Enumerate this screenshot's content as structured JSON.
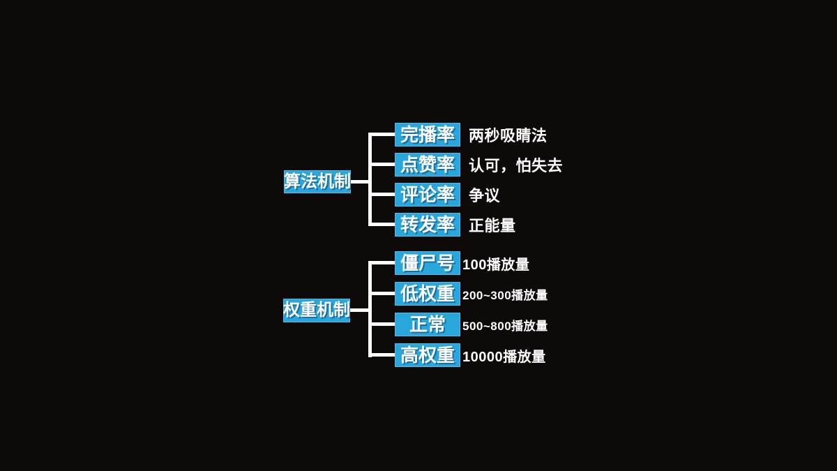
{
  "slide": {
    "background_color": "#0f0a0a",
    "accent_color": "#29a7dc",
    "line_color": "#ffffff",
    "text_color": "#ffffff",
    "sections": [
      {
        "root": "算法机制",
        "children": [
          {
            "label": "完播率",
            "note": "两秒吸睛法"
          },
          {
            "label": "点赞率",
            "note": "认可，怕失去"
          },
          {
            "label": "评论率",
            "note": "争议"
          },
          {
            "label": "转发率",
            "note": "正能量"
          }
        ]
      },
      {
        "root": "权重机制",
        "children": [
          {
            "label": "僵尸号",
            "note": "100播放量"
          },
          {
            "label": "低权重",
            "note": "200~300播放量"
          },
          {
            "label": "正常",
            "note": "500~800播放量"
          },
          {
            "label": "高权重",
            "note": "10000播放量"
          }
        ]
      }
    ]
  }
}
